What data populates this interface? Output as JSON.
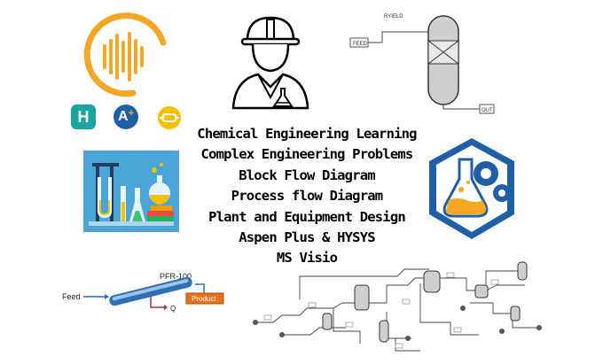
{
  "headlines": [
    "Chemical Engineering Learning",
    "Complex Engineering Problems",
    "Block Flow Diagram",
    "Process flow Diagram",
    "Plant and Equipment Design",
    "Aspen Plus & HYSYS",
    "MS Visio"
  ],
  "reactor_diagram": {
    "vessel_label": "RYIELD",
    "feed_label": "FEED",
    "out_label": "OUT"
  },
  "pfr_diagram": {
    "reactor_label": "PFR-100",
    "feed_label": "Feed",
    "product_label": "Product",
    "heat_label": "Q"
  },
  "app_icons": {
    "hysys_letter": "H",
    "aspen_letter": "A",
    "aspen_sup": "+"
  },
  "colors": {
    "brand_orange": "#f5a623",
    "brand_blue": "#1f5fa8",
    "teal": "#1aa6a0",
    "pfr_orange": "#e8701a",
    "pfr_blue": "#2e6fb5",
    "pfr_line": "#c0203a",
    "lab_bg": "#4aa6d8"
  }
}
